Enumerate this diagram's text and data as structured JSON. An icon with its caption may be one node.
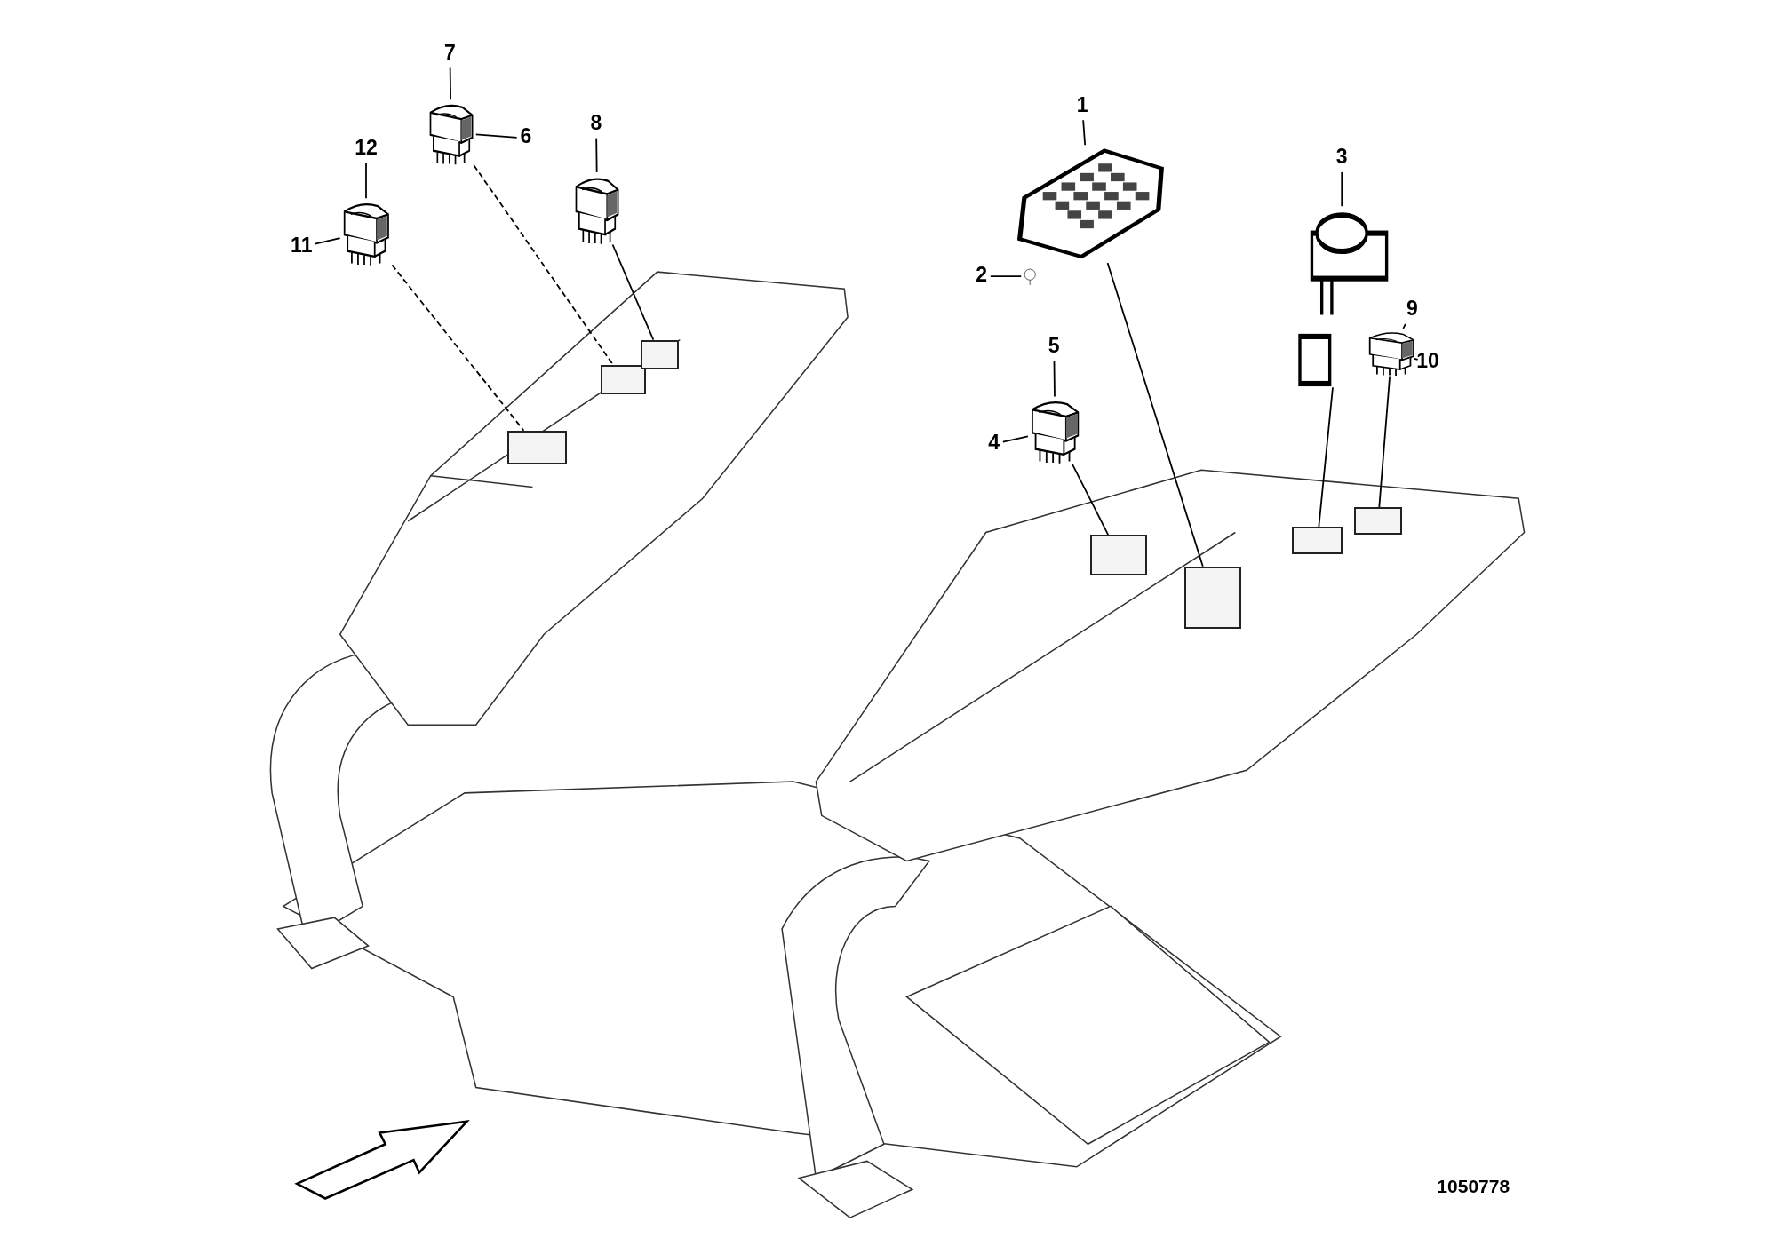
{
  "diagram": {
    "nodes": [
      {
        "text": [
          "1"
        ]
      },
      {
        "text": [
          "2"
        ]
      },
      {
        "text": [
          "3"
        ]
      },
      {
        "text": [
          "4"
        ]
      },
      {
        "text": [
          "5"
        ]
      },
      {
        "text": [
          "6"
        ]
      },
      {
        "text": [
          "7"
        ]
      },
      {
        "text": [
          "8"
        ]
      },
      {
        "text": [
          "9"
        ]
      },
      {
        "text": [
          "10"
        ]
      },
      {
        "text": [
          "11"
        ]
      },
      {
        "text": [
          "12"
        ]
      },
      {
        "text": [],
        "shape": "picture"
      },
      {
        "text": [],
        "shape": "picture"
      },
      {
        "text": [],
        "shape": "picture"
      },
      {
        "text": [],
        "shape": "picture"
      },
      {
        "text": [],
        "shape": "picture"
      },
      {
        "text": [],
        "shape": "picture"
      },
      {
        "text": [],
        "shape": "picture"
      },
      {
        "text": [],
        "shape": "picture"
      },
      {
        "text": [],
        "shape": "box"
      },
      {
        "text": [],
        "shape": "box"
      },
      {
        "text": [],
        "shape": "box"
      },
      {
        "text": [],
        "shape": "box"
      },
      {
        "text": [],
        "shape": "box"
      },
      {
        "text": [],
        "shape": "box"
      },
      {
        "text": [],
        "shape": "box"
      }
    ],
    "edges": [
      {
        "from": 0,
        "to": 12,
        "arrow": "none"
      },
      {
        "from": 1,
        "to": 13,
        "arrow": "none"
      },
      {
        "from": 2,
        "to": 14,
        "arrow": "none"
      },
      {
        "from": 3,
        "to": 15,
        "arrow": "none"
      },
      {
        "from": 4,
        "to": 15,
        "arrow": "none"
      },
      {
        "from": 5,
        "to": 16,
        "arrow": "none"
      },
      {
        "from": 6,
        "to": 16,
        "arrow": "none"
      },
      {
        "from": 7,
        "to": 17,
        "arrow": "none"
      },
      {
        "from": 8,
        "to": 18,
        "arrow": "none"
      },
      {
        "from": 9,
        "to": 18,
        "arrow": "none"
      },
      {
        "from": 10,
        "to": 19,
        "arrow": "none"
      },
      {
        "from": 11,
        "to": 19,
        "arrow": "none"
      },
      {
        "from": 12,
        "to": 20,
        "arrow": "none"
      },
      {
        "from": 14,
        "to": 21,
        "arrow": "none"
      },
      {
        "from": 18,
        "to": 22,
        "arrow": "none"
      },
      {
        "from": 15,
        "to": 23,
        "arrow": "none"
      },
      {
        "from": 19,
        "to": 24,
        "arrow": "none",
        "style": "dashed"
      },
      {
        "from": 16,
        "to": 25,
        "arrow": "none",
        "style": "dashed"
      },
      {
        "from": 17,
        "to": 26,
        "arrow": "none"
      }
    ],
    "labels": [
      "1050778"
    ]
  }
}
